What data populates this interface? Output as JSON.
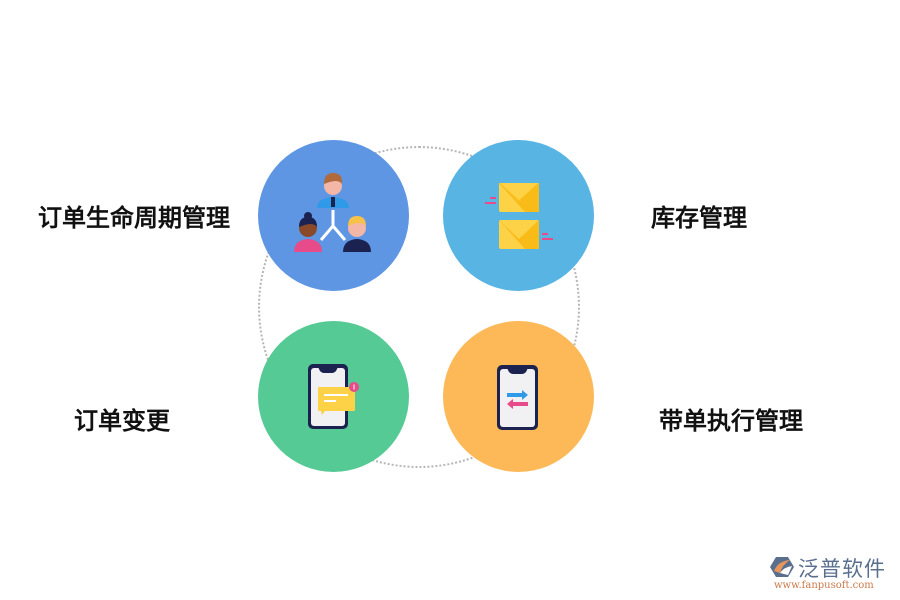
{
  "diagram": {
    "nodes": [
      {
        "id": "order-lifecycle",
        "label": "订单生命周期管理",
        "icon": "team-hierarchy-icon",
        "color": "#5e96e4"
      },
      {
        "id": "inventory",
        "label": "库存管理",
        "icon": "envelopes-icon",
        "color": "#58b4e3"
      },
      {
        "id": "order-change",
        "label": "订单变更",
        "icon": "phone-message-icon",
        "color": "#56ca95"
      },
      {
        "id": "order-execution",
        "label": "带单执行管理",
        "icon": "phone-transfer-icon",
        "color": "#fdb957"
      }
    ],
    "ring": {
      "style": "dotted",
      "color": "#b5b5b5"
    }
  },
  "logo": {
    "name": "泛普软件",
    "url": "www.fanpusoft.com",
    "icon": "fanpu-logo-icon"
  }
}
